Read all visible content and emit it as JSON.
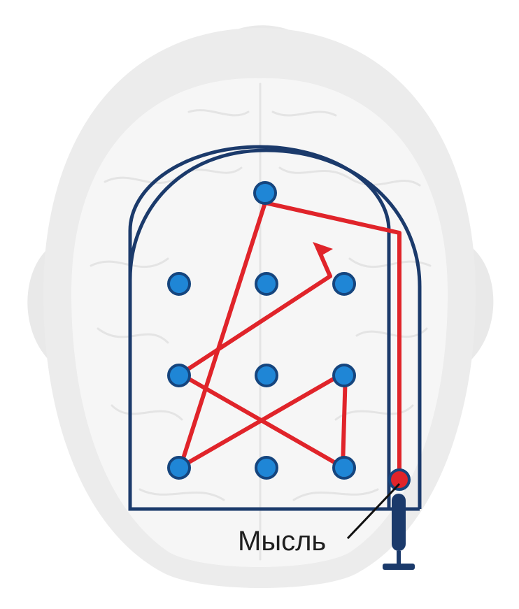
{
  "diagram": {
    "label": "Мысль",
    "colors": {
      "head": "#ececec",
      "head_outline": "#e2e2e2",
      "brain": "#f6f6f6",
      "brain_folds": "#e6e6e6",
      "frame": "#1b3a6b",
      "node_fill": "#1f86d6",
      "node_stroke": "#15457e",
      "path": "#e0242a",
      "thought_node": "#e0242a",
      "leader_line": "#111111",
      "microphone": "#1b3a6b"
    },
    "grid": {
      "rows": 4,
      "columns": 3,
      "top_row_nodes": 1,
      "other_rows_nodes": 3
    }
  }
}
